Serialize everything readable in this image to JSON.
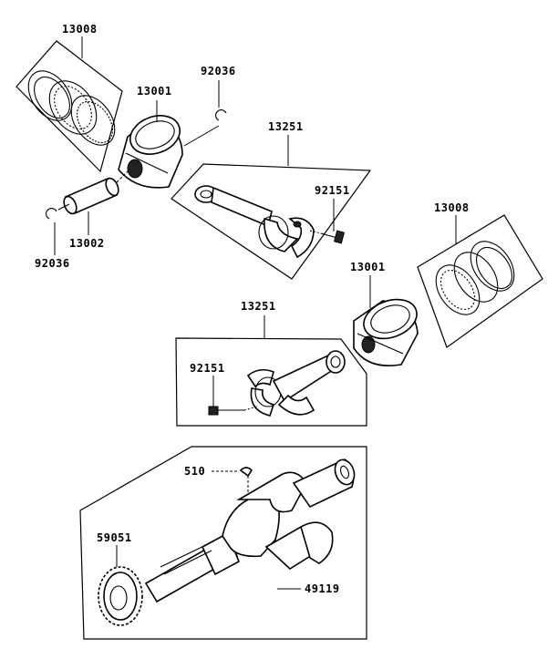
{
  "labels": {
    "ring_set_top": "13008",
    "piston_top": "13001",
    "clip_right": "92036",
    "rod_top": "13251",
    "bolt_top": "92151",
    "pin": "13002",
    "clip_left": "92036",
    "ring_set_right": "13008",
    "piston_right": "13001",
    "rod_mid": "13251",
    "bolt_mid": "92151",
    "key": "510",
    "gear": "59051",
    "crankshaft": "49119"
  }
}
